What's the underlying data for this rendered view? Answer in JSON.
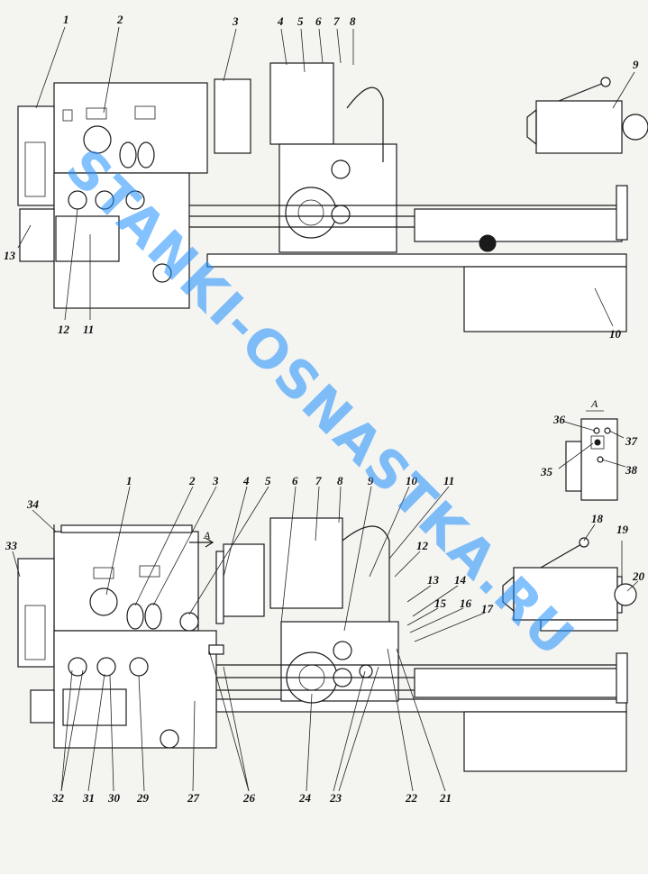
{
  "top_view": {
    "callouts": [
      "1",
      "2",
      "3",
      "4",
      "5",
      "6",
      "7",
      "8",
      "9",
      "10",
      "11",
      "12",
      "13"
    ]
  },
  "bottom_view": {
    "callouts": [
      "1",
      "2",
      "3",
      "4",
      "5",
      "6",
      "7",
      "8",
      "9",
      "10",
      "11",
      "12",
      "13",
      "14",
      "15",
      "16",
      "17",
      "18",
      "19",
      "20",
      "21",
      "22",
      "23",
      "24",
      "26",
      "27",
      "29",
      "30",
      "31",
      "32",
      "33",
      "34"
    ]
  },
  "detail_view": {
    "label": "A",
    "callouts": [
      "35",
      "36",
      "37",
      "38"
    ]
  },
  "section_arrow": {
    "label": "A"
  },
  "watermark": "STANKI-OSNASTKA.RU",
  "colors": {
    "ink": "#1a1a1a",
    "paper": "#f4f4f1",
    "watermark": "#1e90ff"
  }
}
